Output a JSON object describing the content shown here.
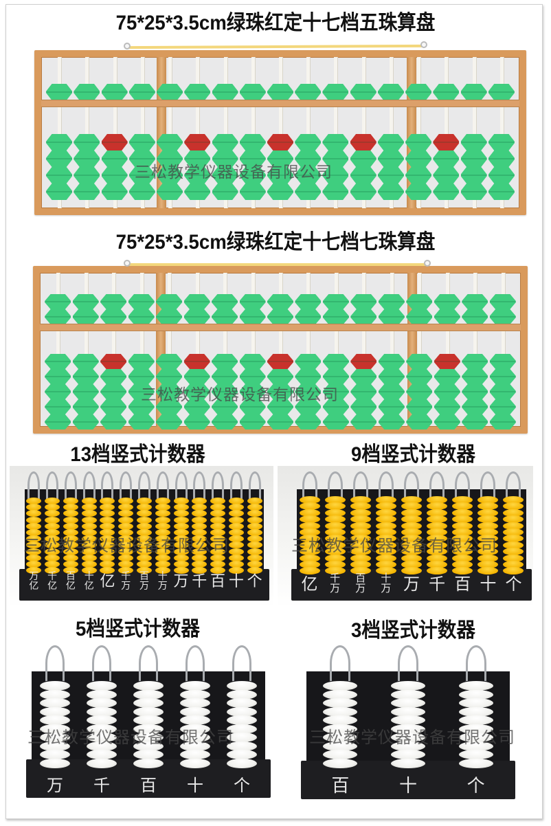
{
  "watermark": "三松教学仪器设备有限公司",
  "colors": {
    "bead_green": "#3fce7f",
    "bead_red": "#c8322c",
    "wood": "#d99a5c",
    "counter_black": "#17171a",
    "bead_yellow": "#f4b400",
    "bead_white": "#f2f2ef"
  },
  "products": [
    {
      "title": "75*25*3.5cm绿珠红定十七档五珠算盘",
      "type": "wooden-abacus",
      "columns": 17,
      "upper_beads": 1,
      "lower_beads": 4,
      "red_bead_columns": [
        3,
        6,
        9,
        12,
        15
      ]
    },
    {
      "title": "75*25*3.5cm绿珠红定十七档七珠算盘",
      "type": "wooden-abacus",
      "columns": 17,
      "upper_beads": 2,
      "lower_beads": 5,
      "red_bead_columns": [
        3,
        6,
        9,
        12,
        15
      ]
    },
    {
      "title": "13档竖式计数器",
      "type": "vertical-counter",
      "columns": 13,
      "bead_color": "yellow",
      "labels": [
        [
          "万",
          "亿"
        ],
        [
          "千",
          "亿"
        ],
        [
          "百",
          "亿"
        ],
        [
          "十",
          "亿"
        ],
        [
          "亿"
        ],
        [
          "千",
          "万"
        ],
        [
          "百",
          "万"
        ],
        [
          "十",
          "万"
        ],
        [
          "万"
        ],
        [
          "千"
        ],
        [
          "百"
        ],
        [
          "十"
        ],
        [
          "个"
        ]
      ]
    },
    {
      "title": "9档竖式计数器",
      "type": "vertical-counter",
      "columns": 9,
      "bead_color": "yellow",
      "labels": [
        [
          "亿"
        ],
        [
          "千",
          "万"
        ],
        [
          "百",
          "万"
        ],
        [
          "十",
          "万"
        ],
        [
          "万"
        ],
        [
          "千"
        ],
        [
          "百"
        ],
        [
          "十"
        ],
        [
          "个"
        ]
      ]
    },
    {
      "title": "5档竖式计数器",
      "type": "vertical-counter",
      "columns": 5,
      "bead_color": "white",
      "labels": [
        [
          "万"
        ],
        [
          "千"
        ],
        [
          "百"
        ],
        [
          "十"
        ],
        [
          "个"
        ]
      ]
    },
    {
      "title": "3档竖式计数器",
      "type": "vertical-counter",
      "columns": 3,
      "bead_color": "white",
      "labels": [
        [
          "百"
        ],
        [
          "十"
        ],
        [
          "个"
        ]
      ]
    }
  ]
}
